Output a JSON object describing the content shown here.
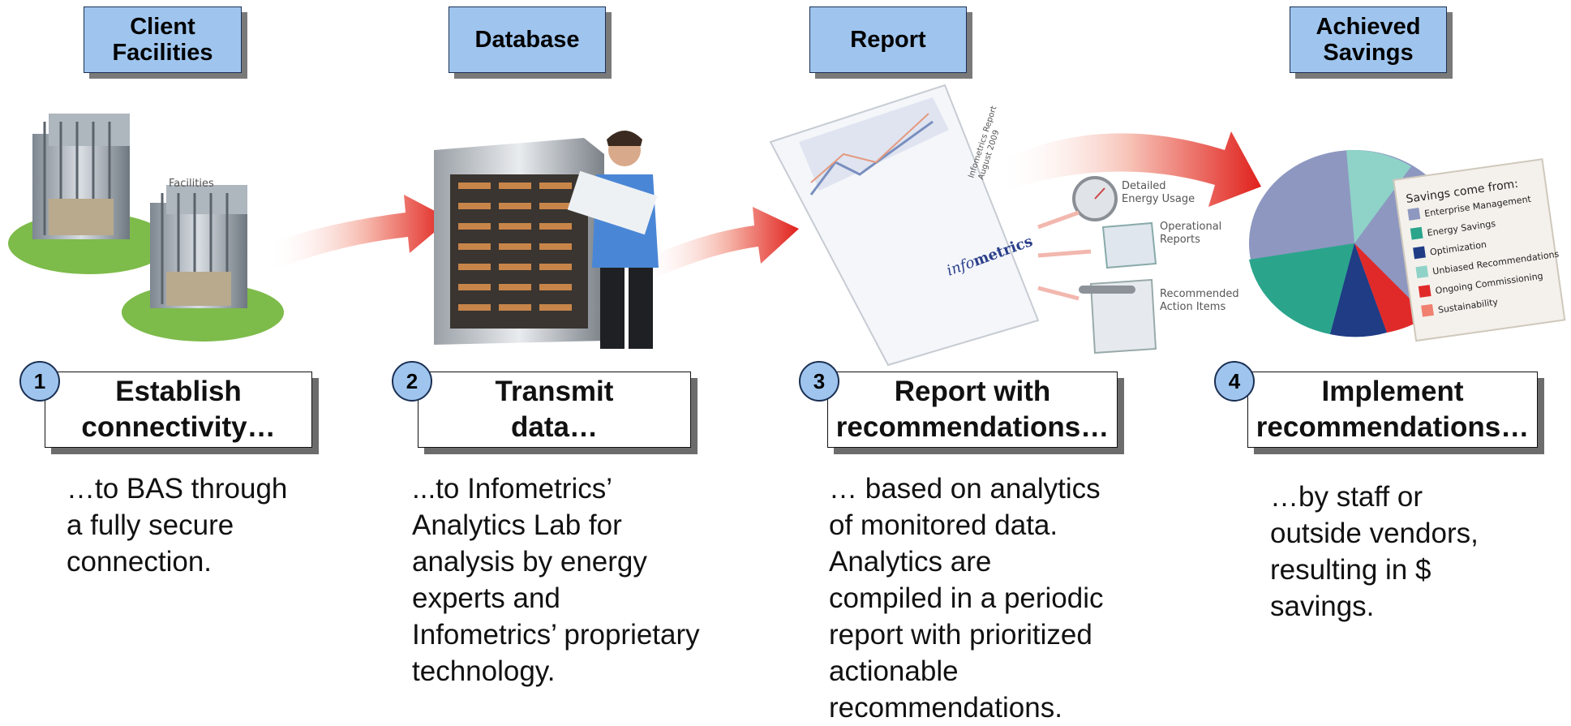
{
  "stages": [
    {
      "header": "Client\nFacilities",
      "number": "1",
      "title": "Establish\nconnectivity…",
      "description": "…to BAS through\na fully secure\nconnection."
    },
    {
      "header": "Database",
      "number": "2",
      "title": "Transmit\ndata…",
      "description": "...to Infometrics’\nAnalytics Lab for\nanalysis by energy\nexperts and\nInfometrics’ proprietary\ntechnology."
    },
    {
      "header": "Report",
      "number": "3",
      "title": "Report with\nrecommendations…",
      "description": "… based on analytics\nof monitored data.\nAnalytics are\ncompiled in a periodic\nreport with prioritized\nactionable\nrecommendations."
    },
    {
      "header": "Achieved\nSavings",
      "number": "4",
      "title": "Implement\nrecommendations…",
      "description": "…by staff or\noutside vendors,\nresulting in $\nsavings."
    }
  ],
  "facilities_label": "Facilities",
  "report_cover": {
    "line1": "Infometrics Report",
    "line2": "August 2009",
    "logo_a": "info",
    "logo_b": "metrics"
  },
  "report_items": [
    "Detailed\nEnergy Usage",
    "Operational\nReports",
    "Recommended\nAction Items"
  ],
  "savings_legend": {
    "title": "Savings come from:",
    "items": [
      {
        "label": "Enterprise Management",
        "color": "#8d97c0"
      },
      {
        "label": "Energy Savings",
        "color": "#2aa58c"
      },
      {
        "label": "Optimization",
        "color": "#1f3c85"
      },
      {
        "label": "Unbiased Recommendations",
        "color": "#8fd2c8"
      },
      {
        "label": "Ongoing Commissioning",
        "color": "#e02a2a"
      },
      {
        "label": "Sustainability",
        "color": "#f08070"
      }
    ]
  },
  "colors": {
    "header_fill": "#9fc5ee",
    "arrow": "#e0211c",
    "accent_dark": "#1b2f52"
  }
}
